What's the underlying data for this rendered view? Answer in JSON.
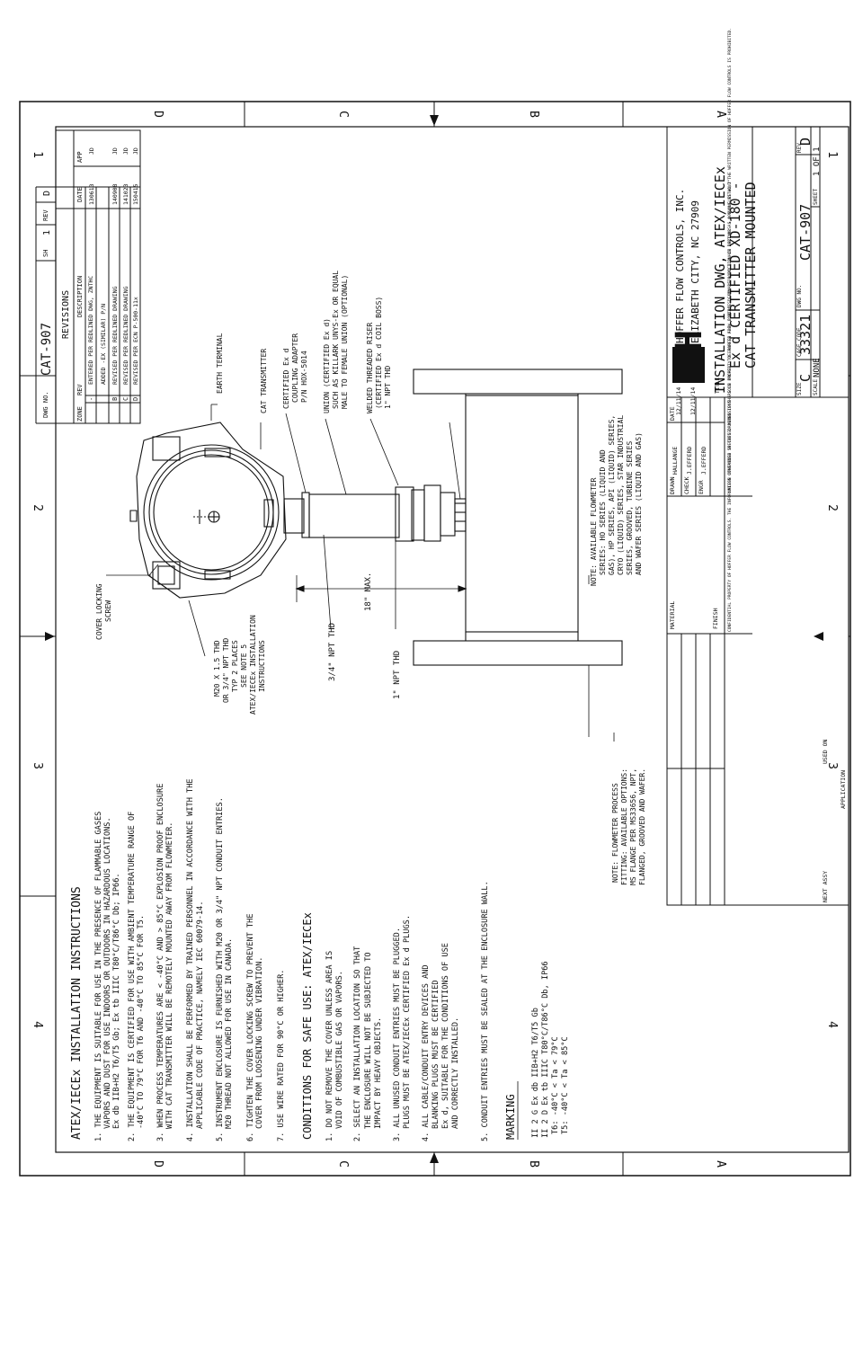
{
  "drawing": {
    "company_logo_letter": "H",
    "company_lines": [
      "HOFFER FLOW CONTROLS, INC.",
      "ELIZABETH CITY, NC 27909"
    ],
    "title_label": "TITLE",
    "title_lines": [
      "INSTALLATION DWG, ATEX/IECEx",
      "Ex d CERTIFIED XD-180 -",
      "CAT TRANSMITTER MOUNTED"
    ],
    "drawn_label": "DRAWN",
    "drawn_by": "HALLANGE",
    "check_label": "CHECK",
    "checked_by": "J.EFFERD",
    "engr_label": "ENGR",
    "engineer": "J.EFFERD",
    "date_label": "DATE",
    "date_values": [
      "12/11/14",
      "12/11/14"
    ],
    "size_label": "SIZE",
    "size": "C",
    "cage_label": "CAGE CODE",
    "cage_code": "33321",
    "dwg_no_label": "DWG NO.",
    "dwg_no": "CAT-907",
    "rev_label": "REV",
    "rev": "D",
    "scale_label": "SCALE",
    "scale": "NONE",
    "sheet_label": "SHEET",
    "sheet": "1 OF 1",
    "material_label": "MATERIAL",
    "finish_label": "FINISH",
    "next_assy_label": "NEXT ASSY",
    "used_on_label": "USED ON",
    "application_label": "APPLICATION",
    "tolerance_note": "UNLESS OTHERWISE SPECIFIED DIMENSIONS ARE IN INCHES. TOLERANCES ARE: 2 PLACE DECIMALS ±.01  3 PLACE DECIMALS ±.005  ANGLES ±1/2°",
    "confidential_note": "CONFIDENTIAL PROPERTY OF HOFFER FLOW CONTROLS. THE INFORMATION CONTAINED IN THIS DRAWING IS THE SOLE PROPERTY OF HOFFER FLOW CONTROLS. ANY REPRODUCTION IN PART OR AS A WHOLE WITHOUT THE WRITTEN PERMISSION OF HOFFER FLOW CONTROLS IS PROHIBITED."
  },
  "revisions": {
    "dwg_no_label": "DWG NO.",
    "dwg_no": "CAT-907",
    "sh_label": "SH",
    "sh": "1",
    "rev_label": "REV",
    "rev": "D",
    "title": "REVISIONS",
    "columns": [
      "ZONE",
      "REV",
      "DESCRIPTION",
      "DATE",
      "APP"
    ],
    "rows": [
      {
        "rev": "-",
        "desc1": "ENTERED PER REDLINED DWG, ZNTHC",
        "desc2": "ADDED -EX (SIMILAR) P/N",
        "date": "130613",
        "app": "JD"
      },
      {
        "rev": "B",
        "desc1": "REVISED PER REDLINED DRAWING",
        "desc2": "",
        "date": "140908",
        "app": "JD"
      },
      {
        "rev": "C",
        "desc1": "REVISED PER REDLINED DRAWING",
        "desc2": "",
        "date": "141023",
        "app": "JD"
      },
      {
        "rev": "D",
        "desc1": "REVISED PER ECN P-500-11x",
        "desc2": "",
        "date": "150415",
        "app": "JD"
      }
    ]
  },
  "zones": {
    "letters": [
      "D",
      "C",
      "B",
      "A"
    ],
    "numbers": [
      "1",
      "2",
      "3",
      "4"
    ]
  },
  "instructions": {
    "title": "ATEX/IECEx INSTALLATION INSTRUCTIONS",
    "items": [
      [
        "1.  THE EQUIPMENT IS SUITABLE FOR USE IN THE PRESENCE OF FLAMMABLE GASES",
        "VAPORS AND DUST FOR USE INDOORS OR OUTDOORS IN HAZARDOUS LOCATIONS.",
        "Ex db IIB+H2 T6/T5 Gb; Ex tb IIIC T80°C/T86°C Db; IP66."
      ],
      [
        "2.  THE EQUIPMENT IS CERTIFIED FOR USE WITH AMBIENT TEMPERATURE RANGE OF",
        "-40°C TO 79°C FOR T6 AND -40°C TO 85°C FOR T5."
      ],
      [
        "3.  WHEN PROCESS TEMPERATURES ARE < -40°C AND > 85°C EXPLOSION PROOF ENCLOSURE",
        "WITH CAT TRANSMITTER WILL BE REMOTELY MOUNTED AWAY FROM FLOWMETER."
      ],
      [
        "4.  INSTALLATION SHALL BE PERFORMED BY TRAINED PERSONNEL IN ACCORDANCE WITH THE",
        "APPLICABLE CODE OF PRACTICE, NAMELY IEC 60079-14."
      ],
      [
        "5.  INSTRUMENT ENCLOSURE IS FURNISHED WITH M20 OR 3/4\" NPT CONDUIT ENTRIES.",
        "M20 THREAD NOT ALLOWED FOR USE IN CANADA."
      ],
      [
        "6.  TIGHTEN THE COVER LOCKING SCREW TO PREVENT THE",
        "COVER FROM LOOSENING UNDER VIBRATION."
      ],
      [
        "7.  USE WIRE RATED FOR 90°C OR HIGHER."
      ]
    ]
  },
  "conditions": {
    "title": "CONDITIONS FOR SAFE USE: ATEX/IECEx",
    "items": [
      [
        "1.  DO NOT REMOVE THE COVER UNLESS AREA IS",
        "VOID OF COMBUSTIBLE GAS OR VAPORS."
      ],
      [
        "2.  SELECT AN INSTALLATION LOCATION SO THAT",
        "THE ENCLOSURE WILL NOT BE SUBJECTED TO",
        "IMPACT BY HEAVY OBJECTS."
      ],
      [
        "3.  ALL UNUSED CONDUIT ENTRIES MUST BE PLUGGED.",
        "PLUGS MUST BE ATEX/IECEx CERTIFIED Ex d PLUGS."
      ],
      [
        "4.  ALL CABLE/CONDUIT ENTRY DEVICES AND",
        "BLANKING PLUGS MUST BE CERTIFIED",
        "Ex d, SUITABLE FOR THE CONDITIONS OF USE",
        "AND CORRECTLY INSTALLED."
      ],
      [
        "5.  CONDUIT ENTRIES MUST BE SEALED AT THE ENCLOSURE WALL."
      ]
    ]
  },
  "marking": {
    "title": "MARKING",
    "lines": [
      "II 2 G Ex db IIB+H2 T6/T5 Gb",
      "II 2 D Ex tb IIIC T80°C/T86°C Db, IP66",
      "T6: -40°C < Ta < 79°C",
      "T5: -40°C < Ta < 85°C"
    ]
  },
  "callouts": {
    "earth_terminal": "EARTH TERMINAL",
    "cat_transmitter": "CAT TRANSMITTER",
    "adapter": [
      "CERTIFIED Ex d",
      "COUPLING ADAPTER",
      "P/N HOX-5014"
    ],
    "union": [
      "UNION (CERTIFIED Ex d)",
      "SUCH AS KILLARK UNYS-Ex OR EQUAL",
      "MALE TO FEMALE UNION (OPTIONAL)"
    ],
    "riser": [
      "WELDED THREADED RISER",
      "(CERTIFIED Ex d COIL BOSS)",
      "1\" NPT THD"
    ],
    "flowmeter": [
      "NOTE: AVAILABLE FLOWMETER",
      "SERIES: HO SERIES (LIQUID AND",
      "GAS), HP SERIES, API (LIQUID) SERIES,",
      "CRYO (LIQUID) SERIES, STAR INDUSTRIAL",
      "SERIES, GROOVED, TURBINE SERIES",
      "AND WAFER SERIES (LIQUID AND GAS)"
    ],
    "max_dim": "18\" MAX.",
    "npt_34": "3/4\" NPT THD",
    "npt_1": "1\" NPT THD",
    "cover_screw": [
      "COVER LOCKING",
      "SCREW"
    ],
    "conduit": [
      "M20 X 1.5 THD",
      "OR 3/4\" NPT THD",
      "TYP 2 PLACES",
      "SEE NOTE 5",
      "ATEX/IECEx INSTALLATION",
      "INSTRUCTIONS"
    ],
    "process_fitting": [
      "NOTE: FLOWMETER PROCESS",
      "FITTING: AVAILABLE OPTIONS:",
      "MS FLANGE PER MS33656, NPT,",
      "FLANGED, GROOVED AND WAFER."
    ]
  }
}
